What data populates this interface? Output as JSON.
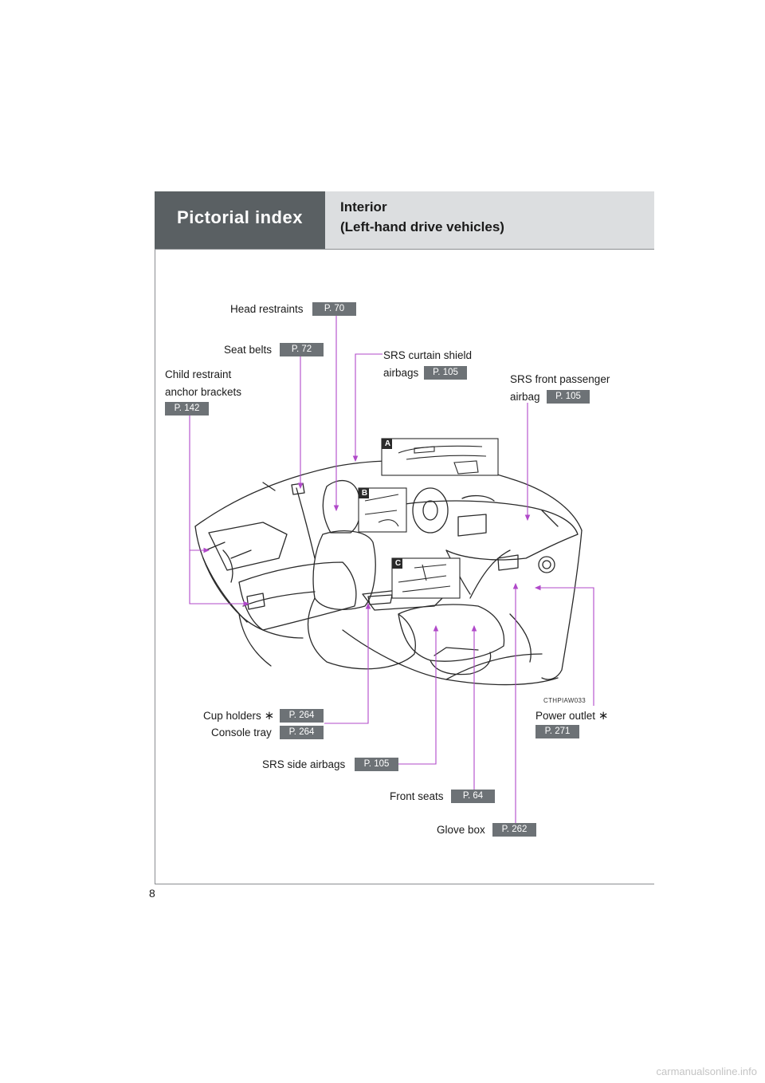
{
  "header": {
    "section": "Pictorial index",
    "title_line1": "Interior",
    "title_line2": "(Left-hand drive vehicles)"
  },
  "callouts": {
    "head_restraints": {
      "label": "Head restraints",
      "page": "P. 70"
    },
    "seat_belts": {
      "label": "Seat belts",
      "page": "P. 72"
    },
    "child_restraint": {
      "label_line1": "Child restraint",
      "label_line2": "anchor brackets",
      "page": "P. 142"
    },
    "srs_curtain": {
      "label_line1": "SRS curtain shield",
      "label_line2": "airbags",
      "page": "P. 105"
    },
    "srs_front_passenger": {
      "label_line1": "SRS front passenger",
      "label_line2": "airbag",
      "page": "P. 105"
    },
    "cup_holders": {
      "label": "Cup holders",
      "mark": "∗",
      "page": "P. 264"
    },
    "console_tray": {
      "label": "Console tray",
      "page": "P. 264"
    },
    "srs_side": {
      "label": "SRS side airbags",
      "page": "P. 105"
    },
    "front_seats": {
      "label": "Front seats",
      "page": "P. 64"
    },
    "glove_box": {
      "label": "Glove box",
      "page": "P. 262"
    },
    "power_outlet": {
      "label": "Power outlet",
      "mark": "∗",
      "page": "P. 271"
    }
  },
  "insets": {
    "a": "A",
    "b": "B",
    "c": "C"
  },
  "image_code": "CTHPIAW033",
  "page_number": "8",
  "footer_watermark": "carmanualsonline.info",
  "colors": {
    "leader": "#b049c9",
    "badge": "#6d7276",
    "header_dark": "#5a6063",
    "header_light": "#dcdee0"
  }
}
